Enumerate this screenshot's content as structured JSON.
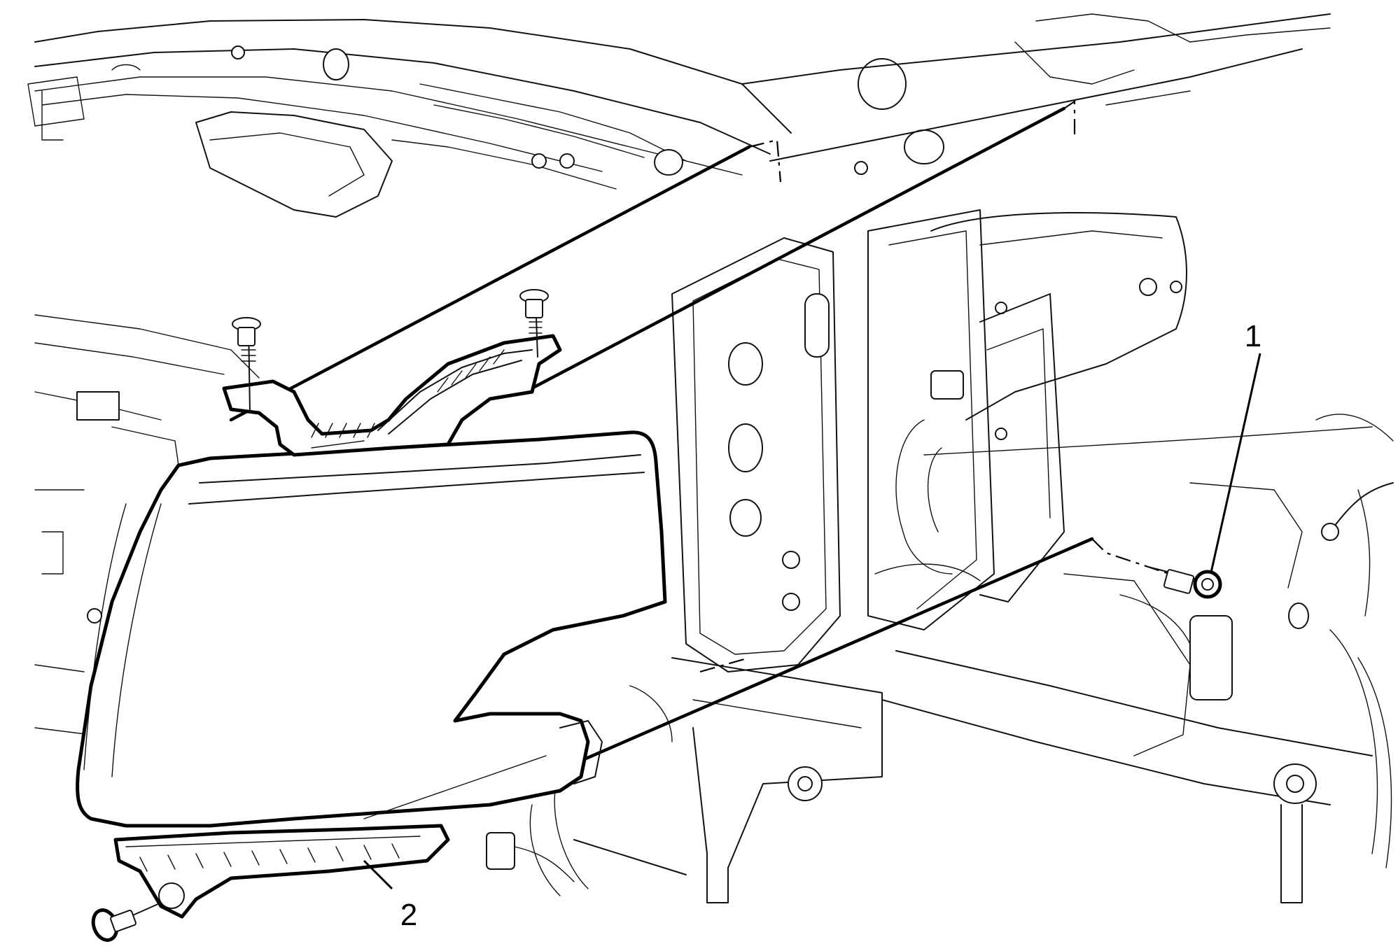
{
  "diagram": {
    "callouts": [
      {
        "id": "1",
        "label": "1"
      },
      {
        "id": "2",
        "label": "2"
      }
    ]
  }
}
